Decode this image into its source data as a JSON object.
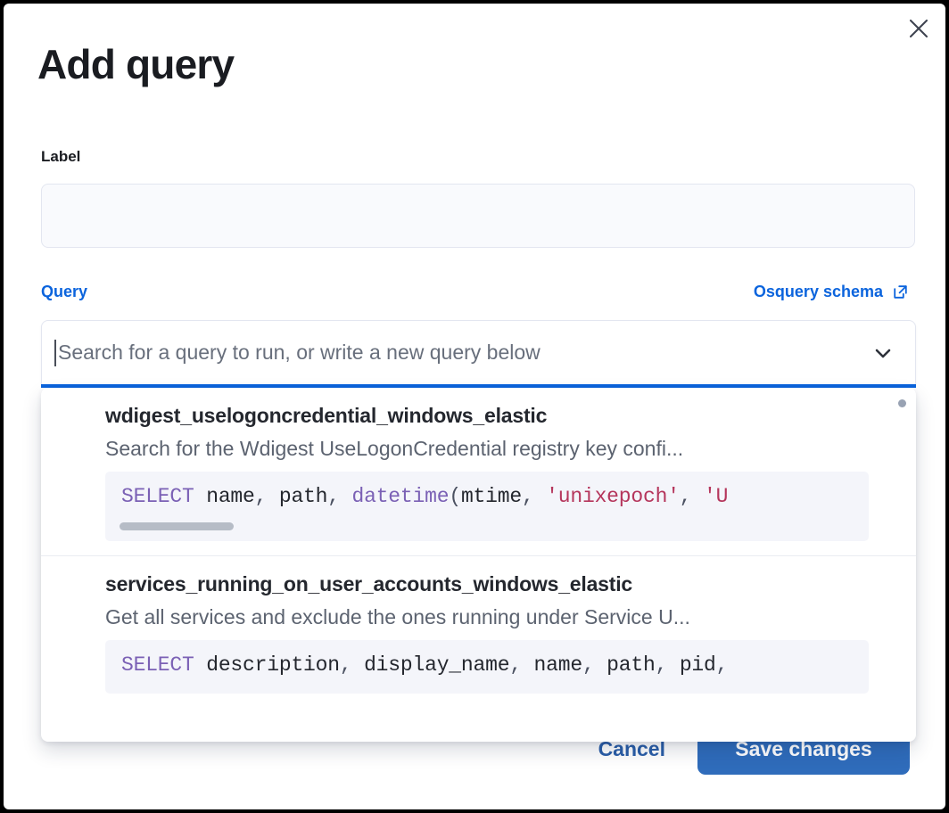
{
  "dialog": {
    "title": "Add query",
    "close_icon": "close-icon"
  },
  "label_field": {
    "label": "Label",
    "value": "",
    "placeholder": ""
  },
  "query_section": {
    "label": "Query",
    "schema_link": "Osquery schema",
    "schema_link_icon": "external-link-icon"
  },
  "combobox": {
    "value": "",
    "placeholder": "Search for a query to run, or write a new query below",
    "chevron_icon": "chevron-down-icon"
  },
  "dropdown": {
    "options": [
      {
        "title": "wdigest_uselogoncredential_windows_elastic",
        "description": "Search for the Wdigest UseLogonCredential registry key confi...",
        "code_tokens": [
          {
            "t": "SELECT",
            "c": "kw"
          },
          {
            "t": " name",
            "c": "id"
          },
          {
            "t": ", ",
            "c": "pn"
          },
          {
            "t": "path",
            "c": "id"
          },
          {
            "t": ", ",
            "c": "pn"
          },
          {
            "t": "datetime",
            "c": "fn"
          },
          {
            "t": "(",
            "c": "pn"
          },
          {
            "t": "mtime",
            "c": "id"
          },
          {
            "t": ", ",
            "c": "pn"
          },
          {
            "t": "'unixepoch'",
            "c": "str"
          },
          {
            "t": ", ",
            "c": "pn"
          },
          {
            "t": "'U",
            "c": "str"
          }
        ],
        "has_scrollbar": true
      },
      {
        "title": "services_running_on_user_accounts_windows_elastic",
        "description": "Get all services and exclude the ones running under Service U...",
        "code_tokens": [
          {
            "t": "SELECT",
            "c": "kw"
          },
          {
            "t": " description",
            "c": "id"
          },
          {
            "t": ", ",
            "c": "pn"
          },
          {
            "t": "display_name",
            "c": "id"
          },
          {
            "t": ", ",
            "c": "pn"
          },
          {
            "t": "name",
            "c": "id"
          },
          {
            "t": ", ",
            "c": "pn"
          },
          {
            "t": "path",
            "c": "id"
          },
          {
            "t": ", ",
            "c": "pn"
          },
          {
            "t": "pid",
            "c": "id"
          },
          {
            "t": ",",
            "c": "pn"
          }
        ],
        "has_scrollbar": false
      }
    ]
  },
  "footer": {
    "cancel_label": "Cancel",
    "save_label": "Save changes"
  },
  "colors": {
    "accent": "#0b64dd",
    "primary_button": "#2f6cbb",
    "title": "#1a1c21",
    "code_keyword": "#7b61b5",
    "code_string": "#b5365c"
  }
}
